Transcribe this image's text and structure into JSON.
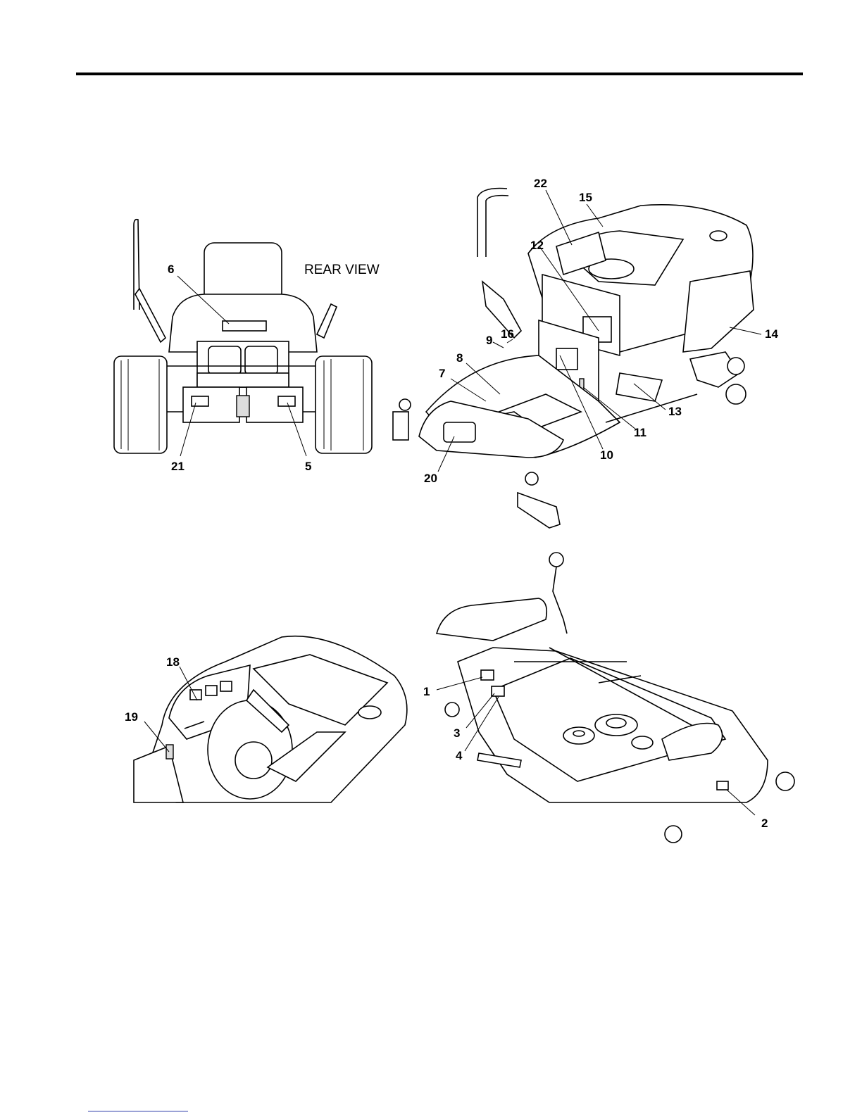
{
  "figures": {
    "rear": {
      "view_label": "REAR VIEW",
      "callouts": [
        "6",
        "21",
        "5"
      ]
    },
    "top_right": {
      "callouts": [
        "22",
        "15",
        "12",
        "16",
        "9",
        "8",
        "7",
        "14",
        "13",
        "11",
        "10",
        "20"
      ]
    },
    "bottom_left": {
      "callouts": [
        "18",
        "19"
      ]
    },
    "deck": {
      "callouts": [
        "1",
        "3",
        "4",
        "2"
      ]
    }
  }
}
